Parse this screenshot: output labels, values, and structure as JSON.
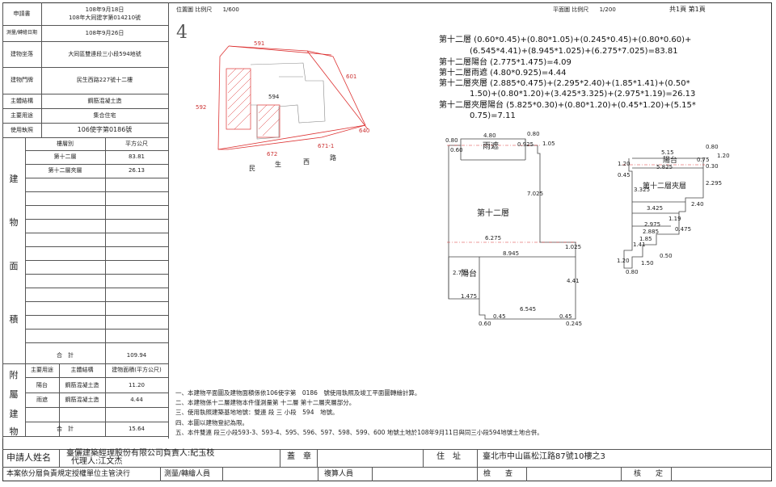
{
  "left_table": {
    "applicant_label": "申請書",
    "applicant_date": "108年9月18日",
    "applicant_no": "108年大同建字第014210號",
    "survey_date_label": "測量/轉繪日期",
    "survey_date": "108年9月26日",
    "location_label": "建物坐落",
    "location": "大同區雙連段三小段594地號",
    "door_label": "建物門牌",
    "door": "民生西路227號十二樓",
    "structure_label": "主體結構",
    "structure": "鋼筋混凝土造",
    "use_label": "主要用途",
    "use": "集合住宅",
    "permit_label": "使用執照",
    "permit": "106使字第0186號",
    "area_vertical": [
      "建",
      "物",
      "面",
      "積"
    ],
    "floor_col": "樓層別",
    "area_col": "平方公尺",
    "floors": [
      {
        "name": "第十二層",
        "area": "83.81"
      },
      {
        "name": "第十二層夾層",
        "area": "26.13"
      }
    ],
    "total_label": "合　計",
    "total": "109.94",
    "annex_vertical": [
      "附",
      "屬",
      "建",
      "物"
    ],
    "annex_cols": [
      "主要用途",
      "主體結構",
      "建物面積(平方公尺)"
    ],
    "annex_rows": [
      {
        "use": "陽台",
        "structure": "鋼筋混凝土造",
        "area": "11.20"
      },
      {
        "use": "雨遮",
        "structure": "鋼筋混凝土造",
        "area": "4.44"
      }
    ],
    "annex_total_label": "合　計",
    "annex_total": "15.64"
  },
  "header": {
    "position_label": "位置圖 比例尺",
    "position_scale": "1/600",
    "plan_label": "平面圖 比例尺",
    "plan_scale": "1/200",
    "page": "共1頁 第1頁",
    "north_mark": "4"
  },
  "site_map": {
    "lots": [
      "591",
      "601",
      "592",
      "594",
      "640",
      "672",
      "671-1"
    ],
    "road": [
      "民",
      "生",
      "西",
      "路"
    ]
  },
  "formulas": [
    "第十二層 (0.60*0.45)+(0.80*1.05)+(0.245*0.45)+(0.80*0.60)+",
    "(6.545*4.41)+(8.945*1.025)+(6.275*7.025)=83.81",
    "第十二層陽台 (2.775*1.475)=4.09",
    "第十二層雨遮 (4.80*0.925)=4.44",
    "第十二層夾層 (2.885*0.475)+(2.295*2.40)+(1.85*1.41)+(0.50*",
    "1.50)+(0.80*1.20)+(3.425*3.325)+(2.975*1.19)=26.13",
    "第十二層夾層陽台 (5.825*0.30)+(0.80*1.20)+(0.45*1.20)+(5.15*",
    "0.75)=7.11"
  ],
  "plan1": {
    "canopy": "雨遮",
    "floor": "第十二層",
    "balcony": "陽台",
    "dims": [
      "4.80",
      "0.80",
      "0.80",
      "0.60",
      "0.925",
      "1.05",
      "7.025",
      "6.275",
      "8.945",
      "1.025",
      "2.775",
      "1.475",
      "6.545",
      "4.41",
      "0.60",
      "0.45",
      "0.45",
      "0.245"
    ]
  },
  "plan2": {
    "balcony": "陽台",
    "floor": "第十二層夾層",
    "dims": [
      "5.15",
      "0.80",
      "5.825",
      "0.75",
      "1.20",
      "1.20",
      "0.45",
      "0.30",
      "3.325",
      "2.295",
      "3.425",
      "2.40",
      "2.975",
      "2.885",
      "1.19",
      "0.475",
      "1.85",
      "1.41",
      "0.50",
      "1.20",
      "1.50",
      "0.80"
    ]
  },
  "notes": [
    "一、本建物平面圖及建物面積係依106使字第　0186　號使用執照及竣工平面圖轉繪計算。",
    "二、本建物係十二層建物本件僅測量第 十二層 第十二層夾層部分。",
    "三、使用執照建築基地地號：雙連 段 三 小段　594　地號。",
    "四、本圖以建物登記為限。",
    "五、本件雙連 段三小段593-3、593-4、595、596、597、598、599、600 地號土地於108年9月11日與同三小段594地號土地合併。"
  ],
  "footer": {
    "applicant_label": "申請人姓名",
    "applicant": "臺儷建築經理股份有限公司負責人:紀玉枝",
    "agent": "代理人:江文杰",
    "seal_label": "蓋　章",
    "address_label": "住　址",
    "address": "臺北市中山區松江路87號10樓之3",
    "note": "本案依分層負責規定授權單位主管決行",
    "surveyor_label": "測量/轉繪人員",
    "reviewer_label": "複算人員",
    "checker_label": "檢　　查",
    "approve_label": "核　　定"
  }
}
